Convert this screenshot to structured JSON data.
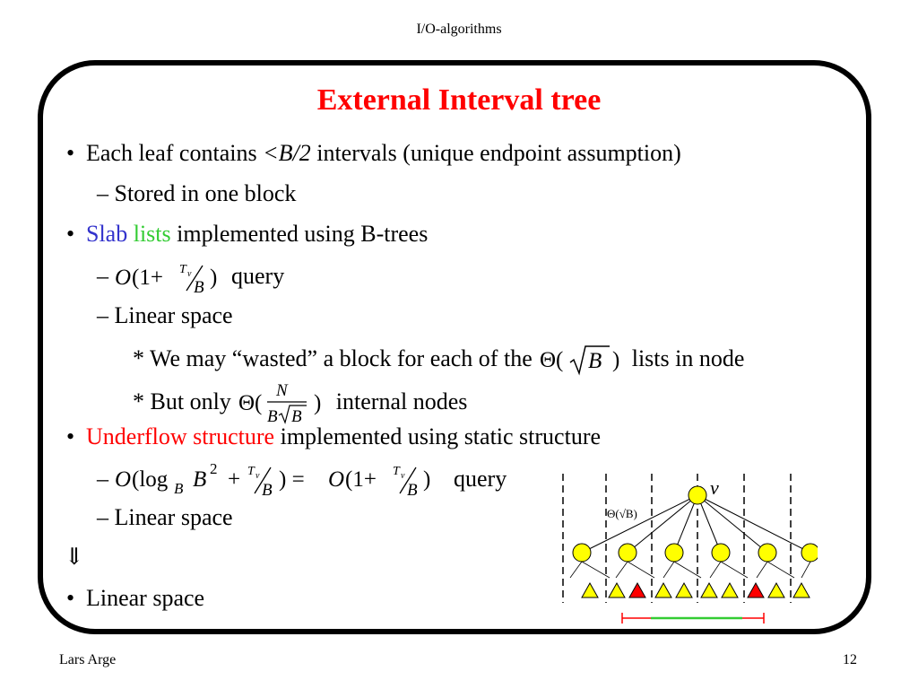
{
  "header": {
    "title": "I/O-algorithms"
  },
  "footer": {
    "author": "Lars Arge",
    "page_number": "12"
  },
  "slide": {
    "title": "External Interval tree",
    "bullet_char": "•",
    "bullets": [
      {
        "pre": "Each leaf contains ",
        "emph": "<B/2",
        "post": " intervals (unique endpoint assumption)"
      },
      {
        "sub": "– Stored in one block"
      },
      {
        "word1": "Slab",
        "word2": "lists",
        "post": " implemented using B-trees"
      },
      {
        "dash": "–",
        "post": " query"
      },
      {
        "sub": "– Linear space"
      },
      {
        "star": "*",
        "pre": "We may “wasted” a block for each of the",
        "post": " lists in node"
      },
      {
        "star": "*",
        "pre": "But only",
        "post": " internal nodes"
      },
      {
        "red": "Underflow structure",
        "post": " implemented using static structure"
      },
      {
        "dash": "–",
        "post": " query"
      },
      {
        "sub": "– Linear space"
      },
      {
        "arrow": "⇓"
      },
      {
        "text": "Linear space"
      }
    ]
  },
  "math": {
    "O": "O",
    "one_plus": "(1+",
    "T": "T",
    "v": "v",
    "B": "B",
    "close": ")",
    "theta": "Θ(",
    "N": "N",
    "log_open": "(log",
    "two": "2",
    "plus": "+",
    "equals": ") = ",
    "sqrt": "√"
  },
  "diagram": {
    "node_label": "v",
    "theta_label": "Θ(√B)",
    "colors": {
      "node_fill": "#ffff00",
      "leaf_fill": "#ffff00",
      "underflow_leaf_fill": "#ff0000",
      "interval_ends": "#ff0000",
      "interval_mid": "#33cc33"
    }
  }
}
